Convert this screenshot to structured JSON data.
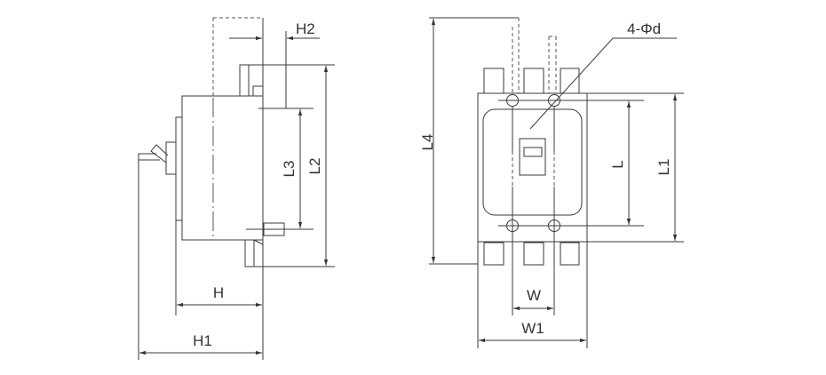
{
  "side_view": {
    "labels": {
      "H2": "H2",
      "L3": "L3",
      "L2": "L2",
      "H": "H",
      "H1": "H1"
    }
  },
  "front_view": {
    "labels": {
      "holes": "4-Φd",
      "L4": "L4",
      "L": "L",
      "L1": "L1",
      "W": "W",
      "W1": "W1"
    }
  }
}
